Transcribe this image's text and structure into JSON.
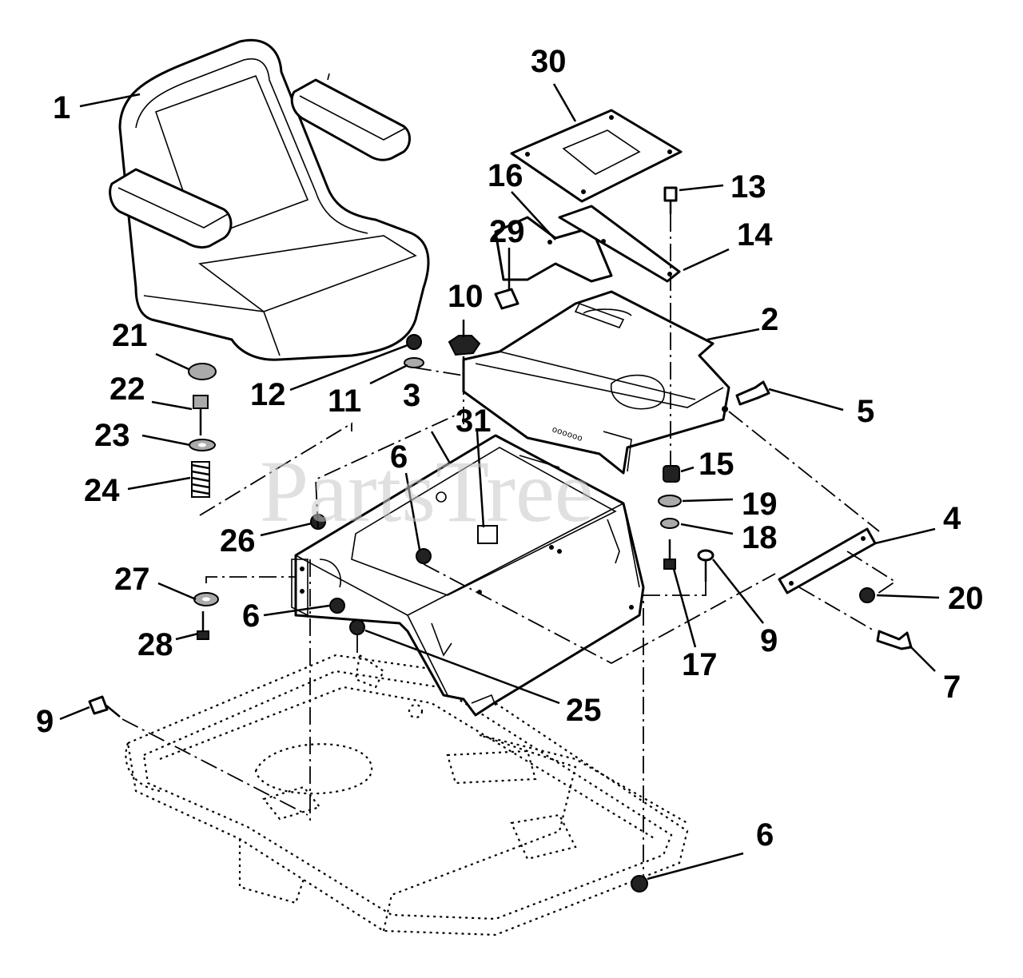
{
  "watermark": "PartsTree",
  "callouts": [
    {
      "id": "c1",
      "text": "1"
    },
    {
      "id": "c2",
      "text": "2"
    },
    {
      "id": "c3",
      "text": "3"
    },
    {
      "id": "c4",
      "text": "4"
    },
    {
      "id": "c5",
      "text": "5"
    },
    {
      "id": "c6a",
      "text": "6"
    },
    {
      "id": "c6b",
      "text": "6"
    },
    {
      "id": "c6c",
      "text": "6"
    },
    {
      "id": "c7",
      "text": "7"
    },
    {
      "id": "c9a",
      "text": "9"
    },
    {
      "id": "c9b",
      "text": "9"
    },
    {
      "id": "c10",
      "text": "10"
    },
    {
      "id": "c11",
      "text": "11"
    },
    {
      "id": "c12",
      "text": "12"
    },
    {
      "id": "c13",
      "text": "13"
    },
    {
      "id": "c14",
      "text": "14"
    },
    {
      "id": "c15",
      "text": "15"
    },
    {
      "id": "c16",
      "text": "16"
    },
    {
      "id": "c17",
      "text": "17"
    },
    {
      "id": "c18",
      "text": "18"
    },
    {
      "id": "c19",
      "text": "19"
    },
    {
      "id": "c20",
      "text": "20"
    },
    {
      "id": "c21",
      "text": "21"
    },
    {
      "id": "c22",
      "text": "22"
    },
    {
      "id": "c23",
      "text": "23"
    },
    {
      "id": "c24",
      "text": "24"
    },
    {
      "id": "c25",
      "text": "25"
    },
    {
      "id": "c26",
      "text": "26"
    },
    {
      "id": "c27",
      "text": "27"
    },
    {
      "id": "c28",
      "text": "28"
    },
    {
      "id": "c29",
      "text": "29"
    },
    {
      "id": "c30",
      "text": "30"
    },
    {
      "id": "c31",
      "text": "31"
    }
  ]
}
